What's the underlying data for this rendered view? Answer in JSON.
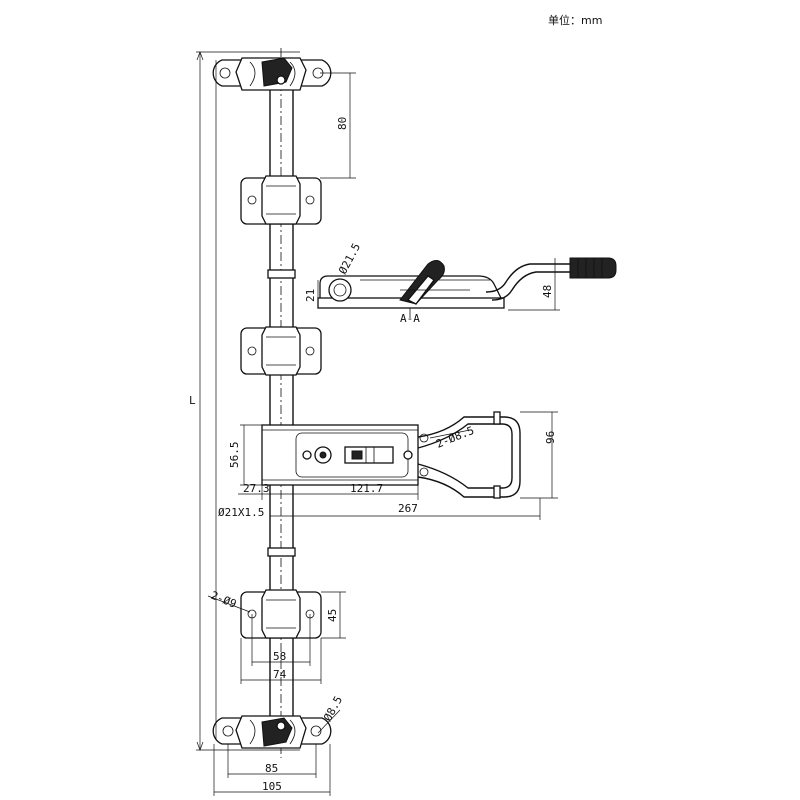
{
  "unit_label": "单位：mm",
  "dimensions": {
    "overall_length": "L",
    "bracket_spacing": "80",
    "handle_pivot_dia": "Ø21.5",
    "handle_height_a": "21",
    "handle_height_b": "48",
    "section_label": "A-A",
    "plate_height": "56.5",
    "handle_holes": "2-Ø8.5",
    "handle_width": "96",
    "plate_offset": "27.3",
    "plate_length": "121.7",
    "handle_total_length": "267",
    "rod_spec": "Ø21X1.5",
    "bracket_holes": "2-Ø9",
    "bracket_height": "45",
    "bracket_hole_spacing": "58",
    "bracket_width": "74",
    "cam_hole": "Ø8.5",
    "cam_hole_spacing": "85",
    "cam_width": "105"
  }
}
